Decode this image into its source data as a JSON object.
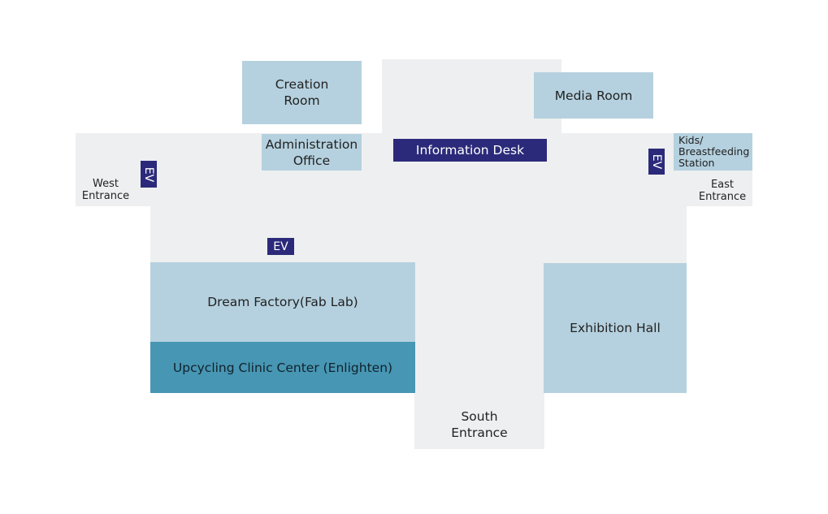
{
  "rooms": {
    "creation_room": "Creation\nRoom",
    "media_room": "Media Room",
    "administration_office": "Administration\nOffice",
    "kids_station": "Kids/\nBreastfeeding\nStation",
    "dream_factory": "Dream Factory(Fab Lab)",
    "upcycling_clinic": "Upcycling Clinic Center (Enlighten)",
    "exhibition_hall": "Exhibition Hall"
  },
  "information_desk": "Information Desk",
  "entrances": {
    "west": "West\nEntrance",
    "east": "East\nEntrance",
    "south": "South\nEntrance"
  },
  "elevators": {
    "west": "EV",
    "east": "EV",
    "center": "EV"
  },
  "colors": {
    "corridor": "#eeeff0",
    "room": "#b5d1df",
    "highlight_room": "#4796b3",
    "marker": "#2b2a7a"
  }
}
